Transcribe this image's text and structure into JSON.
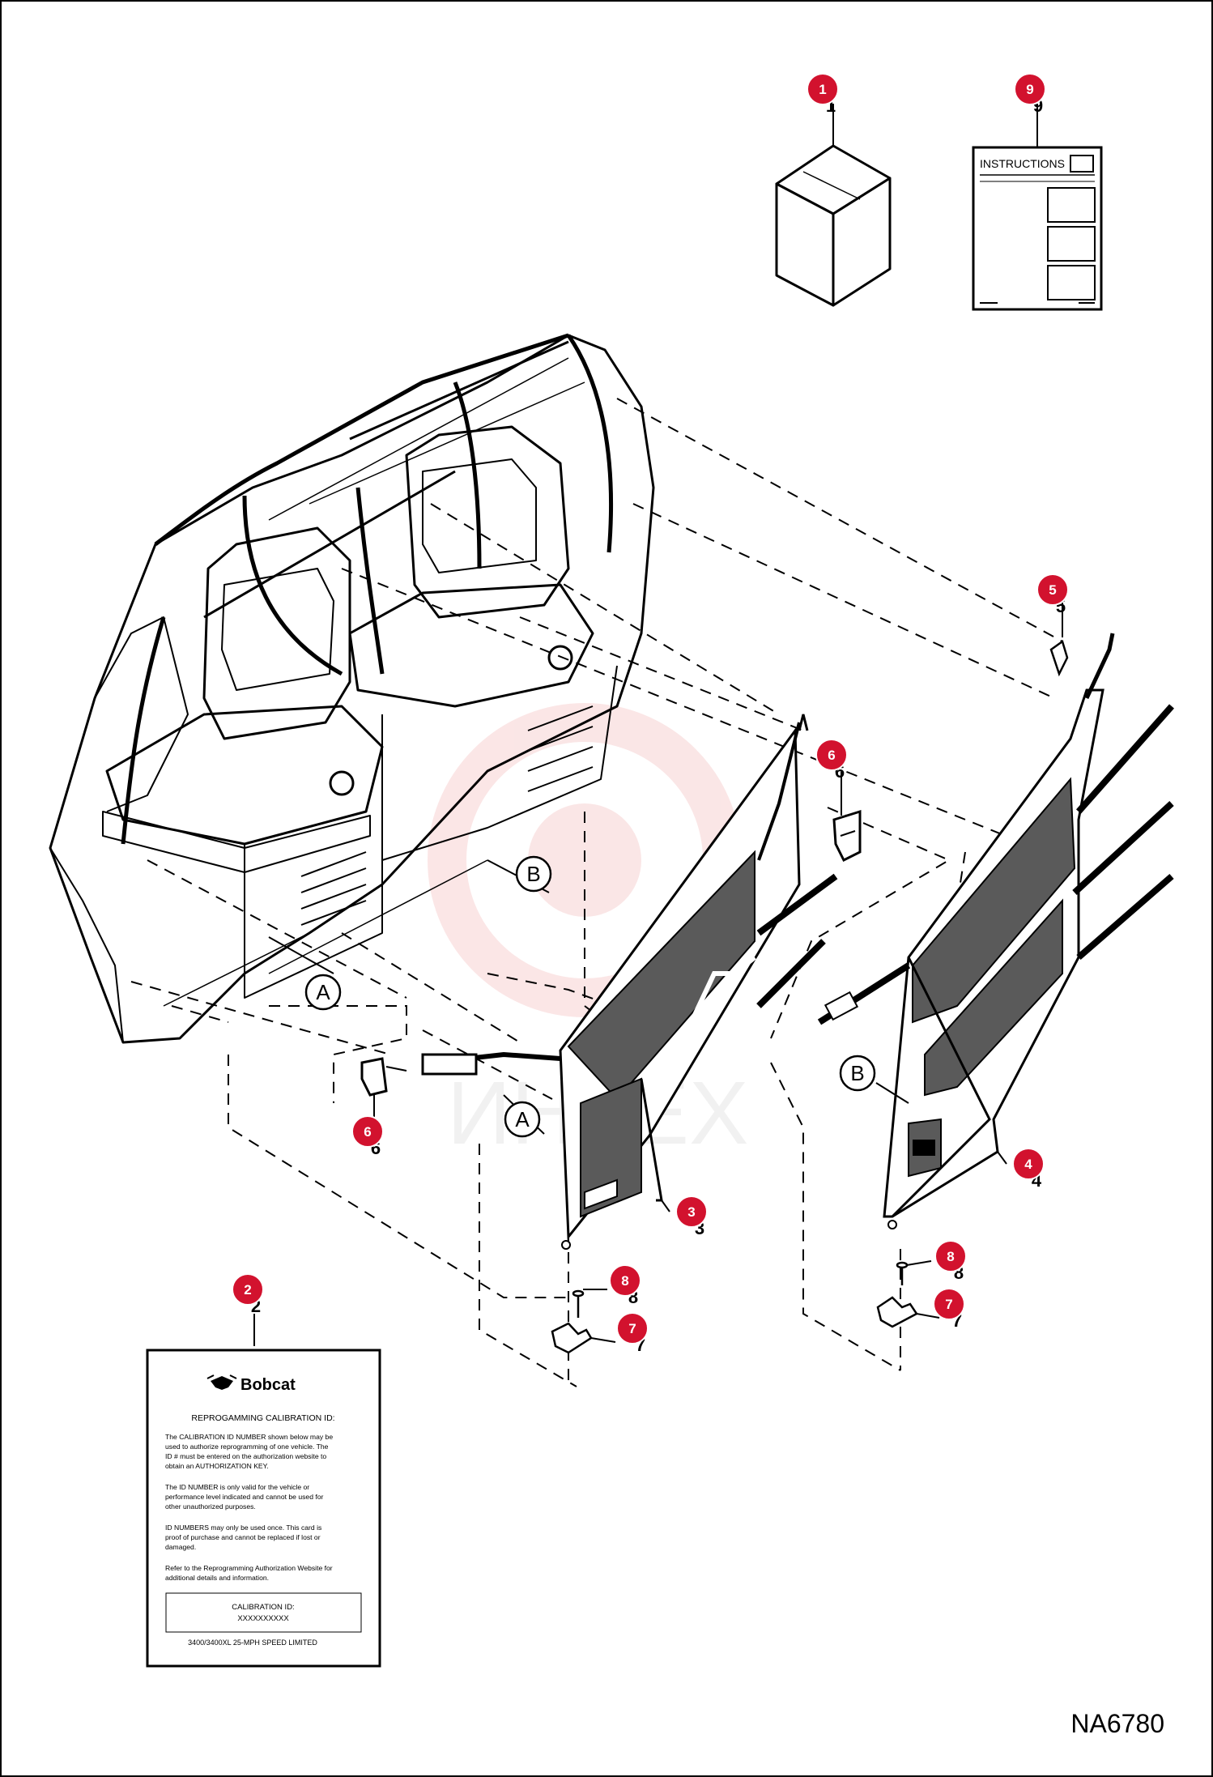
{
  "colors": {
    "callout": "#d2122e",
    "line": "#000000",
    "mesh": "#5a5a5a",
    "watermark": "#f3b8b8"
  },
  "callouts": [
    {
      "number": "1",
      "label": "1"
    },
    {
      "number": "9",
      "label": "9"
    },
    {
      "number": "5",
      "label": "5"
    },
    {
      "number": "6",
      "label": "6"
    },
    {
      "number": "6",
      "label": "6"
    },
    {
      "number": "4",
      "label": "4"
    },
    {
      "number": "3",
      "label": "3"
    },
    {
      "number": "8",
      "label": "8"
    },
    {
      "number": "7",
      "label": "7"
    },
    {
      "number": "8",
      "label": "8"
    },
    {
      "number": "7",
      "label": "7"
    },
    {
      "number": "2",
      "label": "2"
    }
  ],
  "references": {
    "a_upper": "A",
    "b_upper": "B",
    "a_lower": "A",
    "b_lower": "B"
  },
  "instructions_sheet": {
    "title": "INSTRUCTIONS"
  },
  "calibration_card": {
    "brand": "Bobcat",
    "heading": "REPROGAMMING CALIBRATION ID:",
    "paragraph_1": [
      "The CALIBRATION ID NUMBER shown below may be",
      "used to authorize reprogramming of one vehicle. The",
      "ID # must be entered on the authorization website to",
      "obtain an AUTHORIZATION KEY."
    ],
    "paragraph_2": [
      "The ID NUMBER is only valid for the vehicle or",
      "performance level indicated and cannot be used for",
      "other unauthorized purposes."
    ],
    "paragraph_3": [
      "ID NUMBERS may only be used once. This card is",
      "proof of purchase and cannot be replaced if lost or",
      "damaged."
    ],
    "paragraph_4": [
      "Refer to the Reprogramming Authorization Website for",
      "additional details and information."
    ],
    "id_label": "CALIBRATION ID:",
    "id_value": "XXXXXXXXXX",
    "footer": "3400/3400XL 25-MPH SPEED LIMITED"
  },
  "drawing_number": "NA6780"
}
